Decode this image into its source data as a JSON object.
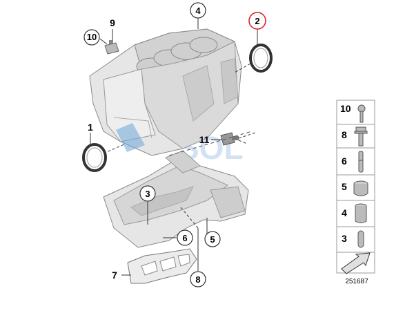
{
  "callouts": {
    "c1": "1",
    "c2": "2",
    "c3": "3",
    "c4": "4",
    "c5": "5",
    "c6": "6",
    "c7": "7",
    "c8": "8",
    "c9": "9",
    "c10": "10",
    "c11": "11"
  },
  "legend": {
    "items": [
      "10",
      "8",
      "6",
      "5",
      "4",
      "3"
    ]
  },
  "watermark": "SOL",
  "reference_number": "251687",
  "colors": {
    "line": "#333333",
    "part_fill": "#e3e3e3",
    "part_dark": "#b8b8b8",
    "highlight_ring": "#d9262c",
    "gasket_blue": "#6ea6d8",
    "watermark": "#c9dcef",
    "legend_border": "#9a9a9a"
  }
}
